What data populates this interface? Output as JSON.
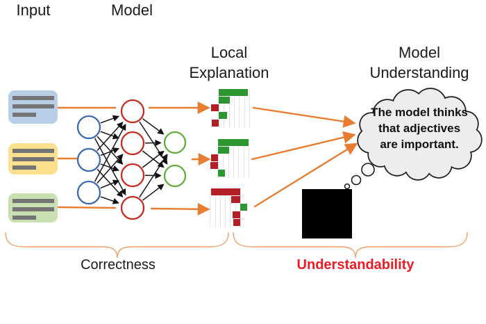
{
  "headers": {
    "input": "Input",
    "model": "Model",
    "local_explanation": [
      "Local",
      "Explanation"
    ],
    "model_understanding": [
      "Model",
      "Understanding"
    ]
  },
  "thought_bubble": {
    "lines": [
      "The model thinks",
      "that adjectives",
      "are important."
    ]
  },
  "footer": {
    "correctness": "Correctness",
    "understandability": "Understandability"
  },
  "colors": {
    "arrow_orange": "#e87d31",
    "brace_orange": "#eda06a",
    "understandability_red": "#ed1c24",
    "text_black": "#1a1a1a",
    "node_stroke_blue": "#3c69af",
    "node_stroke_red": "#c62b21",
    "node_stroke_green": "#61ae3c",
    "bar_green": "#2c9630",
    "bar_red": "#b22026",
    "grid_gray": "#e5e5e5",
    "doc_line_gray": "#747474",
    "cloud_fill": "#ededed",
    "cloud_stroke": "#1c1c1c",
    "black_box": "#000000"
  },
  "input_boxes": [
    {
      "name": "input-document-blue",
      "fill": "#b9cfe8",
      "text_lines": [
        60,
        60,
        34
      ]
    },
    {
      "name": "input-document-yellow",
      "fill": "#fbe08d",
      "text_lines": [
        60,
        60,
        34
      ]
    },
    {
      "name": "input-document-green",
      "fill": "#c8e0b2",
      "text_lines": [
        60,
        60,
        34
      ]
    }
  ],
  "network": {
    "layers": [
      {
        "name": "input",
        "count": 3,
        "color": "#3c69af"
      },
      {
        "name": "hidden",
        "count": 4,
        "color": "#c62b21"
      },
      {
        "name": "output",
        "count": 2,
        "color": "#61ae3c"
      }
    ]
  },
  "explanations": [
    {
      "name": "local-explanation-chart-1",
      "bars": [
        {
          "color": "green",
          "len": 42
        },
        {
          "color": "green",
          "len": 16
        },
        {
          "color": "red",
          "len": -11
        },
        {
          "color": "green",
          "len": 12
        },
        {
          "color": "red",
          "len": -10
        }
      ]
    },
    {
      "name": "local-explanation-chart-2",
      "bars": [
        {
          "color": "green",
          "len": 44
        },
        {
          "color": "green",
          "len": 16
        },
        {
          "color": "red",
          "len": -10
        },
        {
          "color": "red",
          "len": -11
        },
        {
          "color": "green",
          "len": 10
        }
      ]
    },
    {
      "name": "local-explanation-chart-3",
      "bars": [
        {
          "color": "red",
          "len": -42
        },
        {
          "color": "red",
          "len": -13
        },
        {
          "color": "green",
          "len": 10
        },
        {
          "color": "red",
          "len": -11
        },
        {
          "color": "red",
          "len": -10
        }
      ]
    }
  ]
}
